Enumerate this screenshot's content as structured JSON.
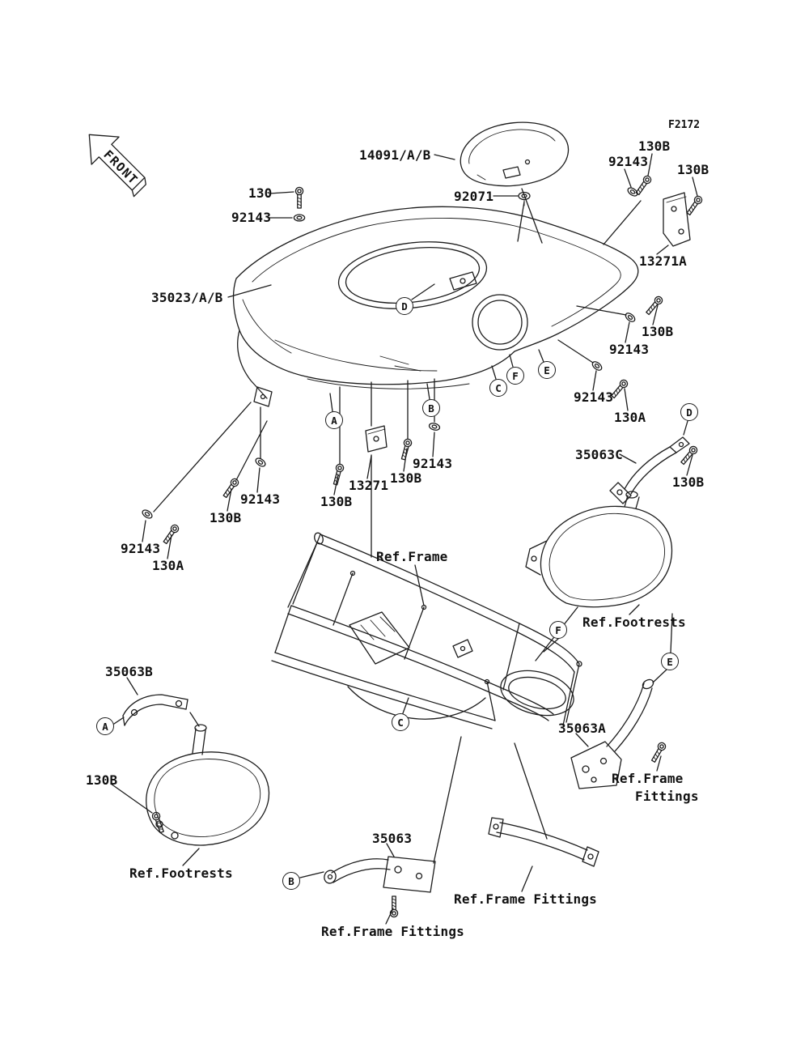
{
  "colors": {
    "ink": "#1c1c1c",
    "paper": "#ffffff"
  },
  "figure": {
    "code": "F2172",
    "front_arrow": "FRONT"
  },
  "part_labels": {
    "p14091": "14091/A/B",
    "p35023": "35023/A/B",
    "p13271a": "13271A",
    "p13271": "13271",
    "p92071": "92071",
    "p130": "130",
    "p130a_1": "130A",
    "p130a_2": "130A",
    "p130b_1": "130B",
    "p130b_2": "130B",
    "p130b_3": "130B",
    "p130b_4": "130B",
    "p130b_5": "130B",
    "p130b_6": "130B",
    "p130b_7": "130B",
    "p130b_8": "130B",
    "p92143_1": "92143",
    "p92143_2": "92143",
    "p92143_3": "92143",
    "p92143_4": "92143",
    "p92143_5": "92143",
    "p92143_6": "92143",
    "p92143_7": "92143",
    "p35063": "35063",
    "p35063a": "35063A",
    "p35063b": "35063B",
    "p35063c": "35063C"
  },
  "ref_labels": {
    "frame": "Ref.Frame",
    "footrests_right": "Ref.Footrests",
    "footrests_left": "Ref.Footrests",
    "frame_fittings_right_line1": "Ref.Frame",
    "frame_fittings_right_line2": "Fittings",
    "frame_fittings_bottom_right": "Ref.Frame Fittings",
    "frame_fittings_bottom_center": "Ref.Frame Fittings"
  },
  "callouts": {
    "a1": "A",
    "a2": "A",
    "b1": "B",
    "b2": "B",
    "c1": "C",
    "c2": "C",
    "d1": "D",
    "d2": "D",
    "e1": "E",
    "e2": "E",
    "f1": "F",
    "f2": "F"
  }
}
